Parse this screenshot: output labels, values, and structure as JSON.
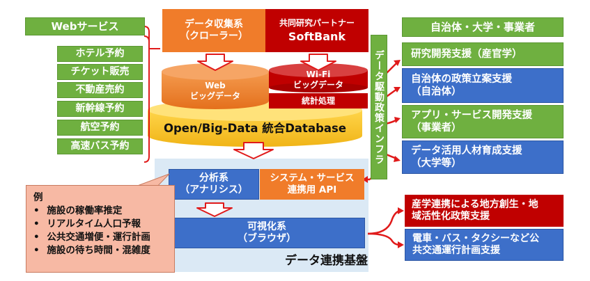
{
  "web_services": {
    "header": "Webサービス",
    "items": [
      "ホテル予約",
      "チケット販売",
      "不動産売約",
      "新幹線予約",
      "航空予約",
      "高速バス予約"
    ]
  },
  "crawler": {
    "line1": "データ収集系",
    "line2": "（クローラー）"
  },
  "partner": {
    "line1": "共同研究パートナー",
    "line2": "SoftBank"
  },
  "web_bigdata": {
    "line1": "Web",
    "line2": "ビッグデータ"
  },
  "wifi_bigdata": {
    "line1": "Wi-Fi",
    "line2": "ビッグデータ"
  },
  "stats": "統計処理",
  "database": "Open/Big-Data 統合Database",
  "analysis": {
    "line1": "分析系",
    "line2": "（アナリシス）"
  },
  "system_api": {
    "line1": "システム・サービス",
    "line2": "連携用 API"
  },
  "visual": {
    "line1": "可視化系",
    "line2": "（ブラウザ）"
  },
  "platform_label": "データ連携基盤",
  "examples": {
    "title": "例",
    "items": [
      "施設の稼働率推定",
      "リアルタイム人口予報",
      "公共交通増便・運行計画",
      "施設の待ち時間・混雑度"
    ]
  },
  "infra_label": "データ駆動政策インフラ",
  "right": {
    "header": "自治体・大学・事業者",
    "items": [
      {
        "line1": "研究開発支援（産官学）",
        "line2": ""
      },
      {
        "line1": "自治体の政策立案支援",
        "line2": "（自治体）"
      },
      {
        "line1": "アプリ・サービス開発支援",
        "line2": "（事業者）"
      },
      {
        "line1": "データ活用人材育成支援",
        "line2": "（大学等）"
      }
    ]
  },
  "outputs": [
    {
      "line1": "産学連携による地方創生・地",
      "line2": "域活性化政策支援"
    },
    {
      "line1": "電車・バス・タクシーなど公",
      "line2": "共交通運行計画支援"
    }
  ],
  "colors": {
    "green": "#6fb040",
    "orange": "#f07c2a",
    "red": "#c00000",
    "blue": "#3d6fc9",
    "yellow": "#f5c242",
    "platform_bg": "#dbe9f5",
    "callout": "#f7b9a4"
  }
}
